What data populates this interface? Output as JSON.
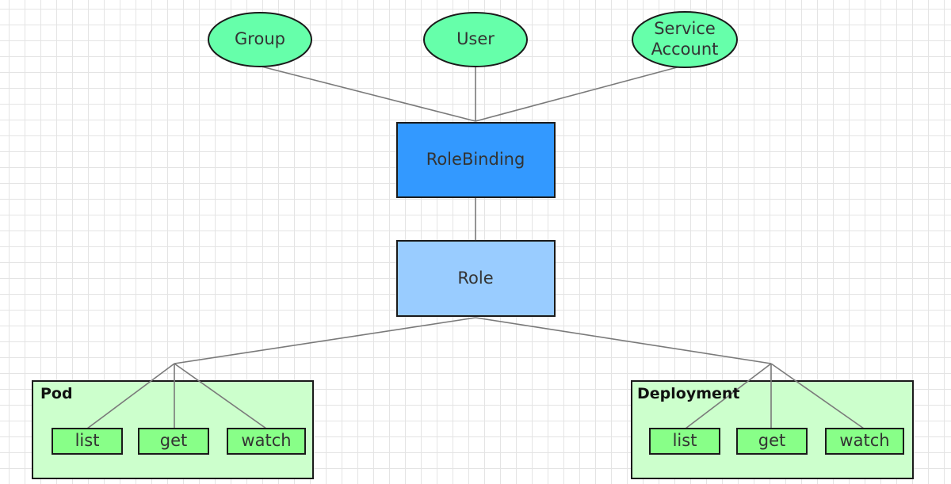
{
  "subjects": {
    "group": "Group",
    "user": "User",
    "service_account": [
      "Service",
      "Account"
    ]
  },
  "binding": {
    "label": "RoleBinding",
    "color": "#3399ff"
  },
  "role": {
    "label": "Role",
    "color": "#99ccff"
  },
  "resources": {
    "pod": {
      "label": "Pod",
      "verbs": [
        "list",
        "get",
        "watch"
      ]
    },
    "deployment": {
      "label": "Deployment",
      "verbs": [
        "list",
        "get",
        "watch"
      ]
    }
  },
  "colors": {
    "subject_fill": "#66ffaa",
    "group_fill": "#ccffcc",
    "verb_fill": "#88ff88",
    "edge": "#7a7a7a"
  }
}
